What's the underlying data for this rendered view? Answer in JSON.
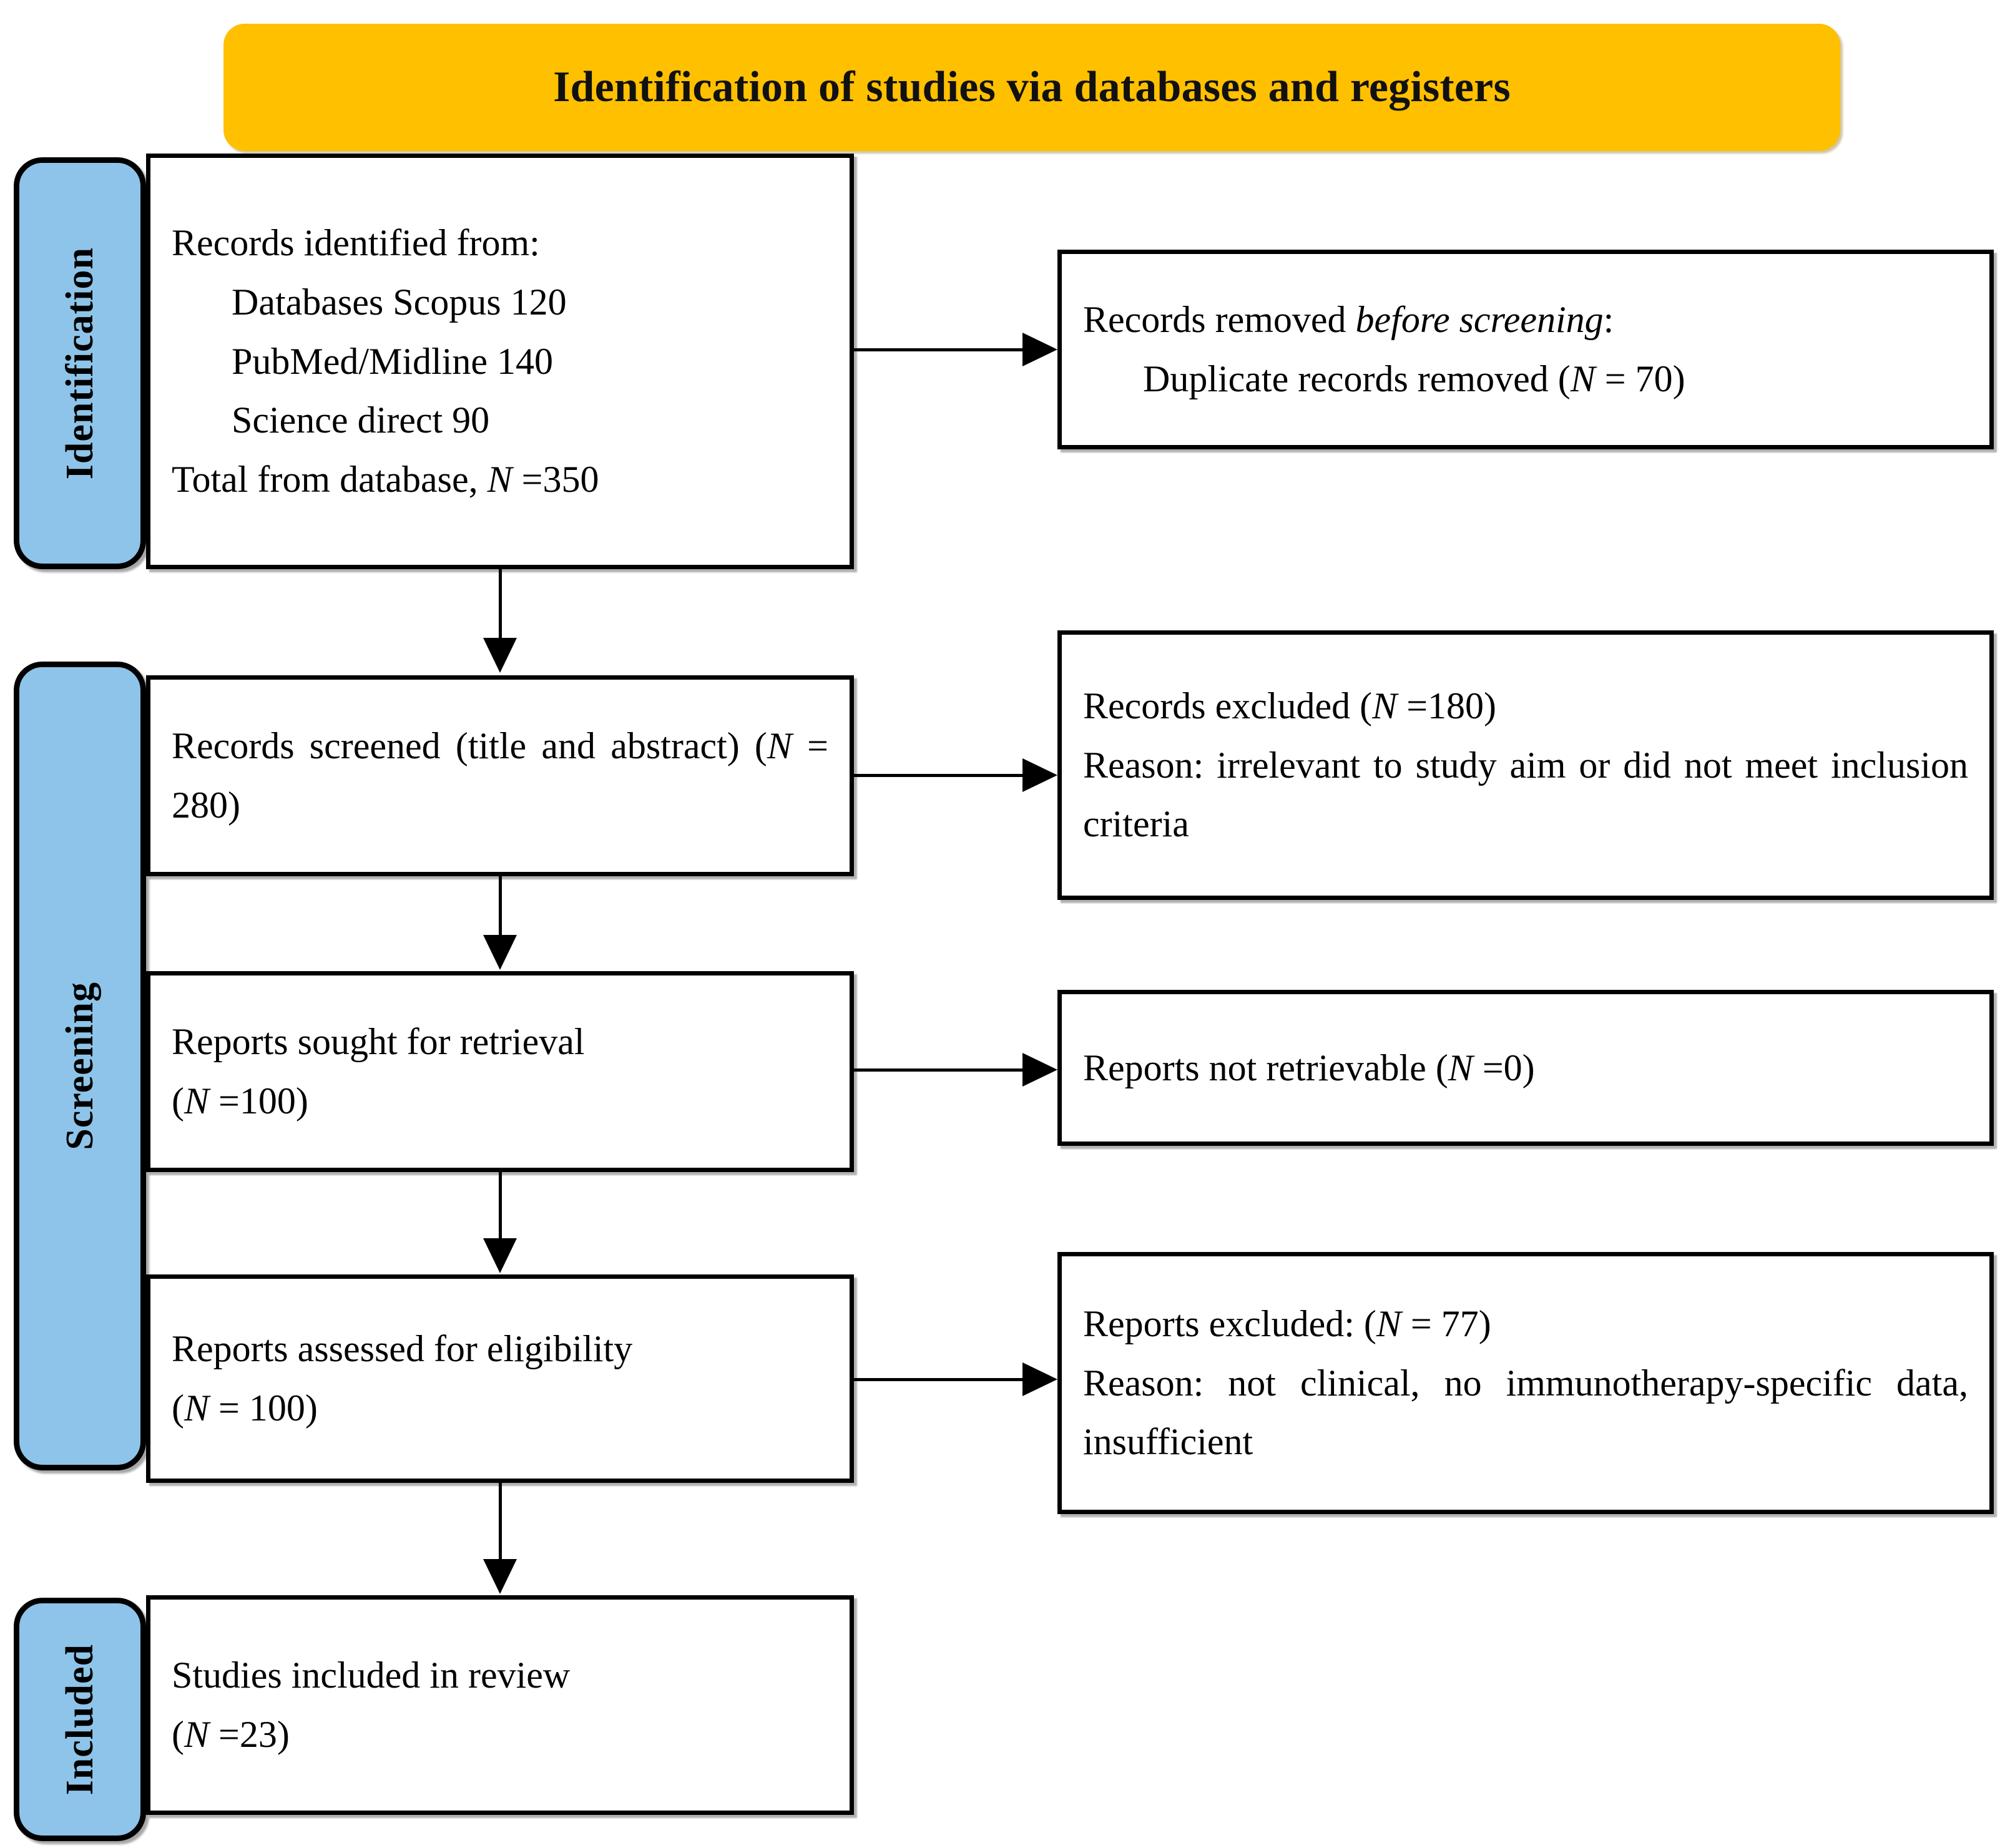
{
  "diagram": {
    "type": "prisma-flow-diagram",
    "header": {
      "title": "Identification of studies via databases and registers",
      "color": "#FFC000"
    },
    "stage_label_color": "#8EC4E9",
    "stages": [
      {
        "id": "identification",
        "label": "Identification"
      },
      {
        "id": "screening",
        "label": "Screening"
      },
      {
        "id": "included",
        "label": "Included"
      }
    ],
    "boxes": {
      "identified": {
        "line1": "Records identified from:",
        "line2": "Databases Scopus 120",
        "line3": "PubMed/Midline 140",
        "line4": "Science direct 90",
        "line5_pre": "Total from database, ",
        "line5_italic": "N",
        "line5_post": " =350"
      },
      "removed": {
        "line1_pre": "Records removed ",
        "line1_italic": "before screening",
        "line1_post": ":",
        "line2_pre": "Duplicate records removed (",
        "line2_italic": "N",
        "line2_post": " = 70)"
      },
      "screened": {
        "text_pre": "Records screened (title and abstract) (",
        "text_italic": "N",
        "text_post": " = 280)"
      },
      "excluded_records": {
        "line1_pre": "Records excluded (",
        "line1_italic": "N",
        "line1_post": " =180)",
        "line2": "Reason: irrelevant to study aim or did not meet inclusion criteria"
      },
      "sought": {
        "line1": "Reports sought for retrieval",
        "line2_pre": "(",
        "line2_italic": "N",
        "line2_post": " =100)"
      },
      "not_retrievable": {
        "line1_pre": "Reports not retrievable (",
        "line1_italic": "N",
        "line1_post": " =0)"
      },
      "assessed": {
        "line1": "Reports assessed for eligibility",
        "line2_pre": "(",
        "line2_italic": "N",
        "line2_post": " = 100)"
      },
      "excluded_reports": {
        "line1_pre": "Reports excluded: (",
        "line1_italic": "N",
        "line1_post": " = 77)",
        "line2": "Reason: not clinical, no immunotherapy-specific data, insufficient"
      },
      "included": {
        "line1": "Studies included in review",
        "line2_pre": "(",
        "line2_italic": "N",
        "line2_post": " =23)"
      }
    },
    "counts": {
      "scopus": 120,
      "pubmed_midline": 140,
      "science_direct": 90,
      "total_from_database": 350,
      "duplicates_removed": 70,
      "records_screened": 280,
      "records_excluded": 180,
      "reports_sought": 100,
      "reports_not_retrievable": 0,
      "reports_assessed": 100,
      "reports_excluded": 77,
      "studies_included": 23
    }
  }
}
